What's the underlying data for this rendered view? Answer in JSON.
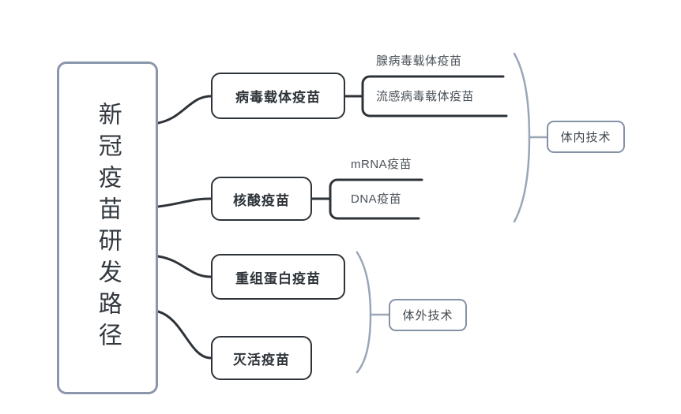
{
  "diagram": {
    "type": "mind-map",
    "title_vertical": "新冠疫苗研发路径",
    "colors": {
      "root_border": "#8a97ab",
      "node_border": "#2d3338",
      "group_border": "#8592a6",
      "connector_dark": "#2d3338",
      "brace": "#9aa6b8",
      "text_dark": "#2d3338",
      "text_gray": "#4a5158",
      "background": "#ffffff"
    },
    "root": {
      "label": "新冠疫苗研发路径"
    },
    "branches": [
      {
        "label": "病毒载体疫苗",
        "leaves": [
          "腺病毒载体疫苗",
          "流感病毒载体疫苗"
        ],
        "group": "体内技术"
      },
      {
        "label": "核酸疫苗",
        "leaves": [
          "mRNA疫苗",
          "DNA疫苗"
        ],
        "group": "体内技术"
      },
      {
        "label": "重组蛋白疫苗",
        "leaves": [],
        "group": "体外技术"
      },
      {
        "label": "灭活疫苗",
        "leaves": [],
        "group": "体外技术"
      }
    ],
    "groups": [
      {
        "label": "体内技术",
        "covers": [
          "病毒载体疫苗",
          "核酸疫苗"
        ]
      },
      {
        "label": "体外技术",
        "covers": [
          "重组蛋白疫苗",
          "灭活疫苗"
        ]
      }
    ]
  }
}
